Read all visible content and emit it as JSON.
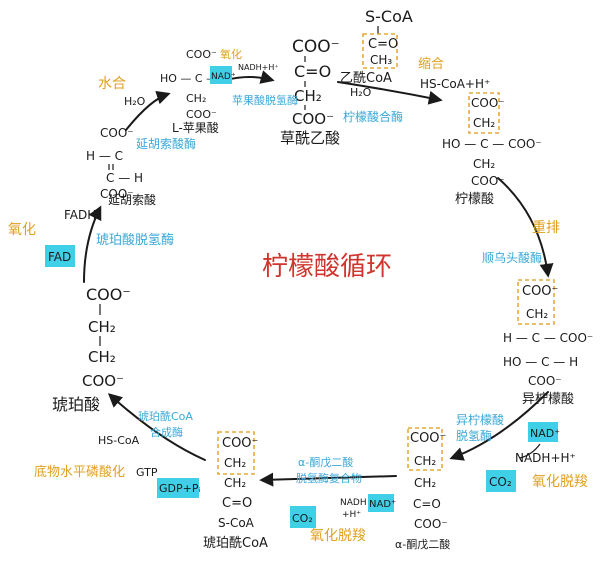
{
  "title": "柠檬酸循环",
  "oxaloacetate": {
    "coo_top": "COO⁻",
    "c_eq_o": "C=O",
    "ch2": "CH₂",
    "coo_bot": "COO⁻",
    "name": "草酰乙酸"
  },
  "acetyl_coa": {
    "s_coa": "S-CoA",
    "c_eq_o": "C=O",
    "ch3": "CH₃",
    "name": "乙酰CoA"
  },
  "citrate_synthase": {
    "hs_coa": "HS-CoA+H⁺",
    "h2o": "H₂O",
    "enzyme": "柠檬酸合酶",
    "tag": "缩合"
  },
  "citrate": {
    "coo_top": "COO⁻",
    "ch2_top": "CH₂",
    "c_mid": "HO — C — COO⁻",
    "ch2_bot": "CH₂",
    "coo_bot": "COO⁻",
    "name": "柠檬酸"
  },
  "aconitase": {
    "tag": "重排",
    "enzyme": "顺乌头酸酶"
  },
  "isocitrate": {
    "coo_top": "COO⁻",
    "ch2": "CH₂",
    "c1": "H — C — COO⁻",
    "c2": "HO — C — H",
    "coo_bot": "COO⁻",
    "name": "异柠檬酸"
  },
  "isocitrate_dh": {
    "enzyme_line1": "异柠檬酸",
    "enzyme_line2": "脱氢酶",
    "nad": "NAD⁺",
    "nadh": "NADH+H⁺",
    "co2": "CO₂",
    "tag": "氧化脱羧"
  },
  "alpha_kg": {
    "coo_top": "COO⁻",
    "ch2_1": "CH₂",
    "ch2_2": "CH₂",
    "c_eq_o": "C=O",
    "coo_bot": "COO⁻",
    "name": "α-酮戊二酸"
  },
  "akg_dh": {
    "enzyme_line1": "α-酮戊二酸",
    "enzyme_line2": "脱氢酶复合物",
    "nad": "NAD⁺",
    "nadh": "NADH",
    "h": "+H⁺",
    "co2": "CO₂",
    "tag": "氧化脱羧"
  },
  "succinyl_coa": {
    "coo_top": "COO⁻",
    "ch2_1": "CH₂",
    "ch2_2": "CH₂",
    "c_eq_o": "C=O",
    "s_coa": "S-CoA",
    "name": "琥珀酰CoA"
  },
  "succinyl_synthetase": {
    "enzyme_line1": "琥珀酰CoA",
    "enzyme_line2": "合成酶",
    "hs_coa": "HS-CoA",
    "gtp": "GTP",
    "gdp": "GDP+Pᵢ",
    "tag": "底物水平磷酸化"
  },
  "succinate": {
    "coo_top": "COO⁻",
    "ch2_1": "CH₂",
    "ch2_2": "CH₂",
    "coo_bot": "COO⁻",
    "name": "琥珀酸"
  },
  "succinate_dh": {
    "enzyme": "琥珀酸脱氢酶",
    "fad": "FAD",
    "fadh2": "FADH₂",
    "tag": "氧化"
  },
  "fumarate": {
    "coo_top": "COO⁻",
    "h_c": "H — C",
    "c_h": "C — H",
    "coo_bot": "COO⁻",
    "name": "延胡索酸"
  },
  "fumarase": {
    "enzyme": "延胡索酸酶",
    "h2o": "H₂O",
    "tag": "水合"
  },
  "malate": {
    "coo_top": "COO⁻",
    "c_mid": "HO — C — H",
    "ch2": "CH₂",
    "coo_bot": "COO⁻",
    "name": "L-苹果酸"
  },
  "malate_dh": {
    "enzyme": "苹果酸脱氢酶",
    "nad": "NAD⁺",
    "nadh": "NADH+H⁺",
    "tag": "氧化"
  }
}
